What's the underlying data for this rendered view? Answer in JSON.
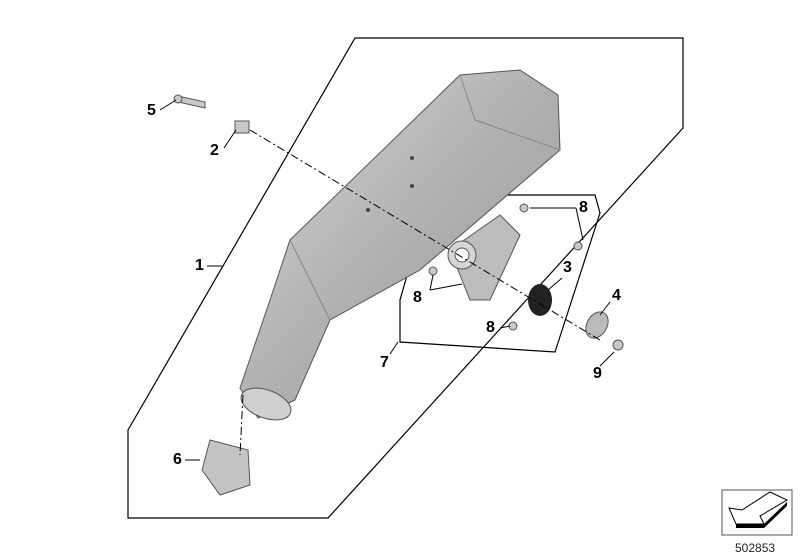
{
  "labels": {
    "part_1": "1",
    "part_2": "2",
    "part_3": "3",
    "part_4": "4",
    "part_5": "5",
    "part_6": "6",
    "part_7": "7",
    "part_8a": "8",
    "part_8b": "8",
    "part_8c": "8",
    "part_9": "9"
  },
  "reference_number": "502853",
  "colors": {
    "part_fill": "#b8b8b8",
    "outline": "#000000"
  }
}
